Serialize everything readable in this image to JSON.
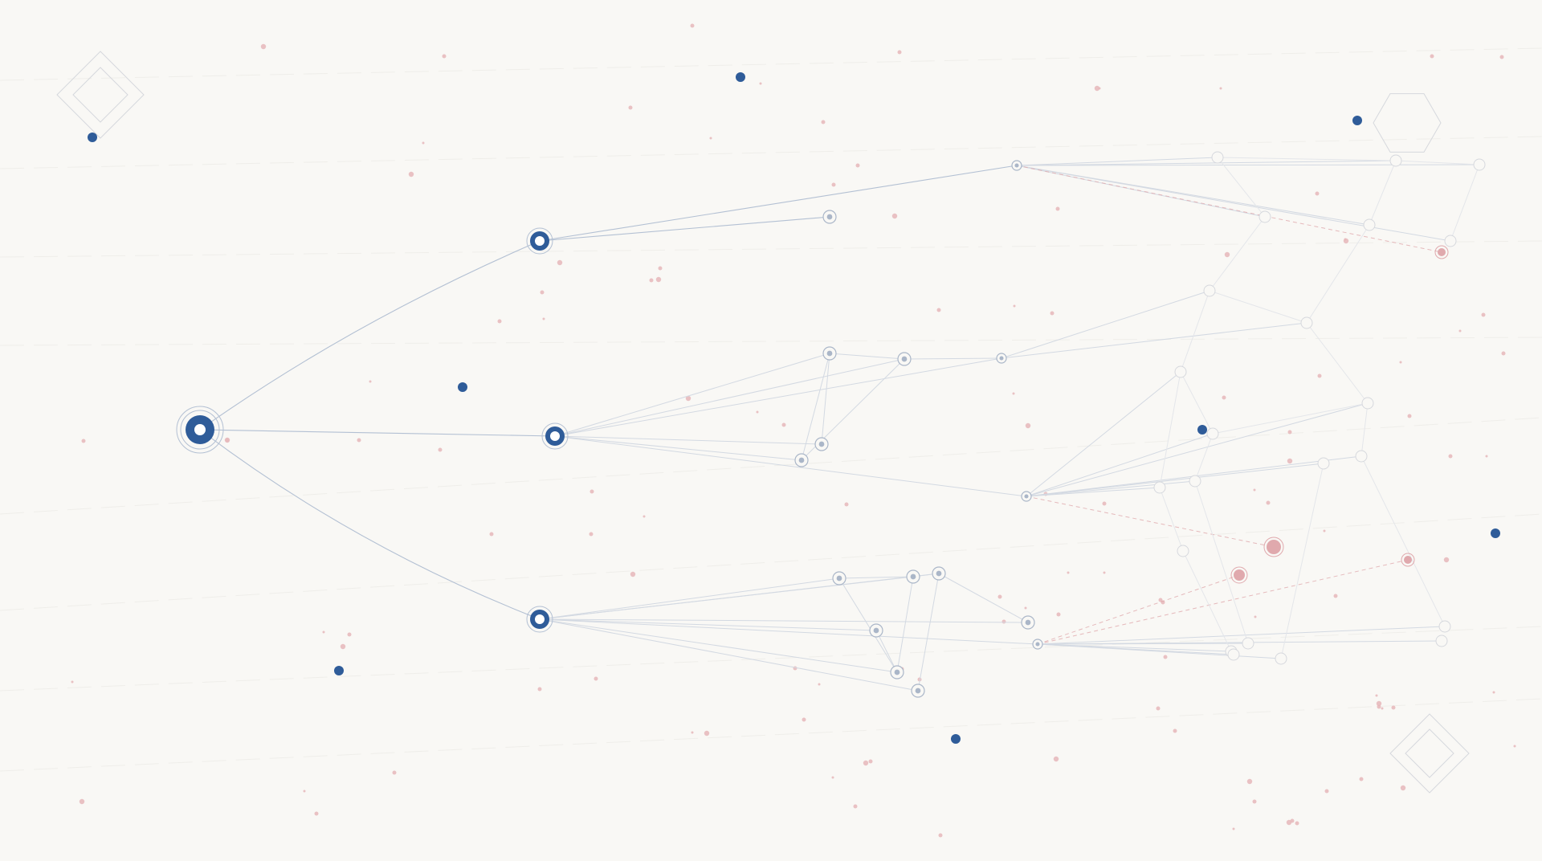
{
  "canvas": {
    "background": "#f9f8f5"
  },
  "colors": {
    "primary": "#2f5c99",
    "edge_primary": "#b3c0d3",
    "edge_secondary": "#d3d9e2",
    "edge_faint": "#e4e6ea",
    "node_light": "#aab6c8",
    "accent": "#e0a9ad",
    "accent_dot": "#e6b7ba",
    "ghost_outline": "#d6d8dd"
  },
  "graph": {
    "nodes_primary": [
      "root",
      "branch-top",
      "branch-middle",
      "branch-bottom"
    ],
    "node_kinds": [
      "primary",
      "secondary",
      "faint",
      "accent"
    ]
  },
  "decorations": [
    "diamond-top-left",
    "diamond-bottom-right",
    "hexagon-top-right",
    "scattered-dots"
  ]
}
